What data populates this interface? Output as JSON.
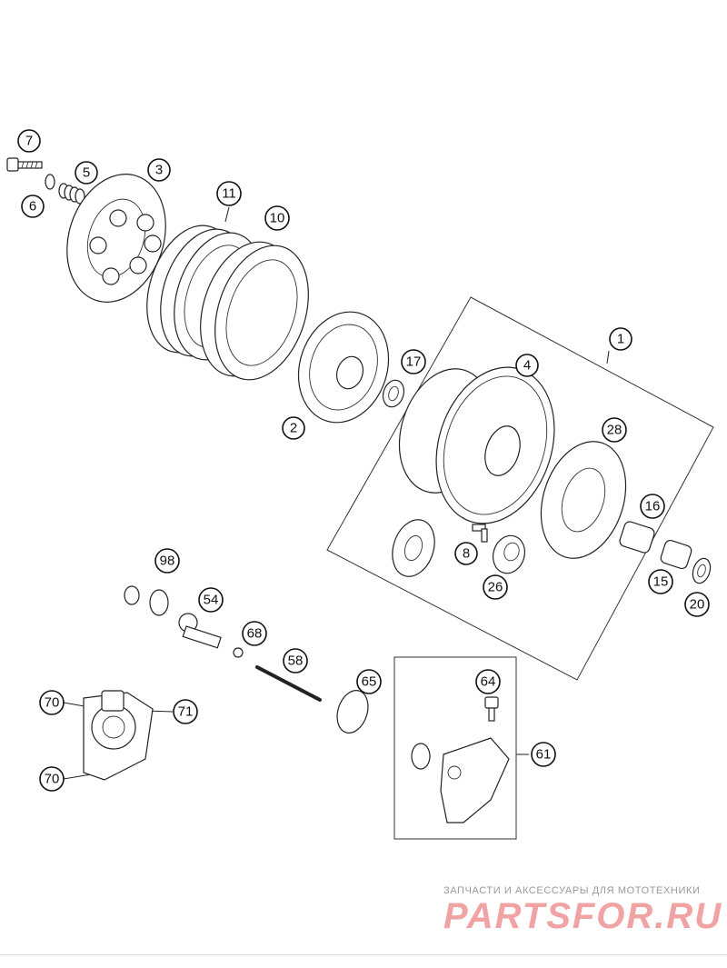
{
  "callouts": [
    {
      "id": "c7",
      "label": "7"
    },
    {
      "id": "c6",
      "label": "6"
    },
    {
      "id": "c5",
      "label": "5"
    },
    {
      "id": "c3",
      "label": "3"
    },
    {
      "id": "c11",
      "label": "11"
    },
    {
      "id": "c10",
      "label": "10"
    },
    {
      "id": "c1",
      "label": "1"
    },
    {
      "id": "c4",
      "label": "4"
    },
    {
      "id": "c17",
      "label": "17"
    },
    {
      "id": "c2",
      "label": "2"
    },
    {
      "id": "c28",
      "label": "28"
    },
    {
      "id": "c16",
      "label": "16"
    },
    {
      "id": "c8",
      "label": "8"
    },
    {
      "id": "c26",
      "label": "26"
    },
    {
      "id": "c15",
      "label": "15"
    },
    {
      "id": "c20",
      "label": "20"
    },
    {
      "id": "c98",
      "label": "98"
    },
    {
      "id": "c54",
      "label": "54"
    },
    {
      "id": "c68",
      "label": "68"
    },
    {
      "id": "c58",
      "label": "58"
    },
    {
      "id": "c65",
      "label": "65"
    },
    {
      "id": "c64",
      "label": "64"
    },
    {
      "id": "c61",
      "label": "61"
    },
    {
      "id": "c70a",
      "label": "70"
    },
    {
      "id": "c71",
      "label": "71"
    },
    {
      "id": "c70b",
      "label": "70"
    }
  ],
  "watermark": {
    "tagline": "ЗАПЧАСТИ И АКСЕССУАРЫ ДЛЯ МОТОТЕХНИКИ",
    "logo": "PARTSFOR.RU"
  }
}
